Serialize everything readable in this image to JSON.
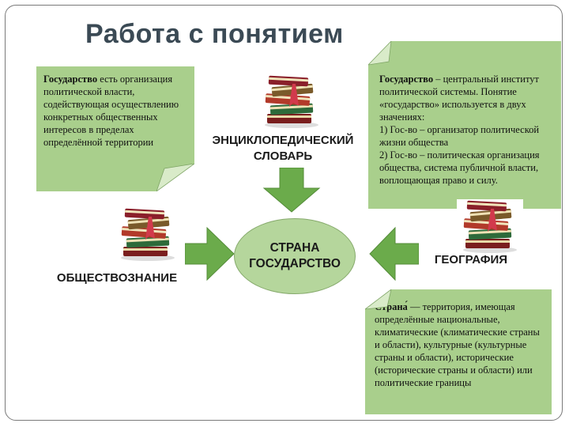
{
  "title": "Работа с понятием",
  "left_note": {
    "term": "Государство",
    "text": " есть организация политической власти, содействующая осуществлению конкретных общественных интересов в пределах определённой территории"
  },
  "right_top_note": {
    "term": "Государство",
    "intro": " – центральный институт политической системы. Понятие «государство» используется в двух значениях:",
    "meaning_1": "1) Гос-во – организатор политической жизни общества",
    "meaning_2": " 2) Гос-во – политическая организация общества, система публичной власти, воплощающая право и силу."
  },
  "right_bottom_note": {
    "term": "Страна́",
    "text": " — территория, имеющая определённые национальные, климатические (климатические страны и области), культурные (культурные страны и области), исторические (исторические страны и области) или политические границы"
  },
  "labels": {
    "encyclopedia_line1": "ЭНЦИКЛОПЕДИЧЕСКИЙ",
    "encyclopedia_line2": "СЛОВАРЬ",
    "social_studies": "ОБЩЕСТВОЗНАНИЕ",
    "geography": "ГЕОГРАФИЯ"
  },
  "center": {
    "line1": "СТРАНА",
    "line2": "ГОСУДАРСТВО"
  },
  "colors": {
    "note_green": "#a9cf8c",
    "arrow_green": "#6bab4b",
    "ellipse_green": "#b5d69c",
    "title": "#3b4a55"
  },
  "icons": [
    "books-stack-icon"
  ]
}
